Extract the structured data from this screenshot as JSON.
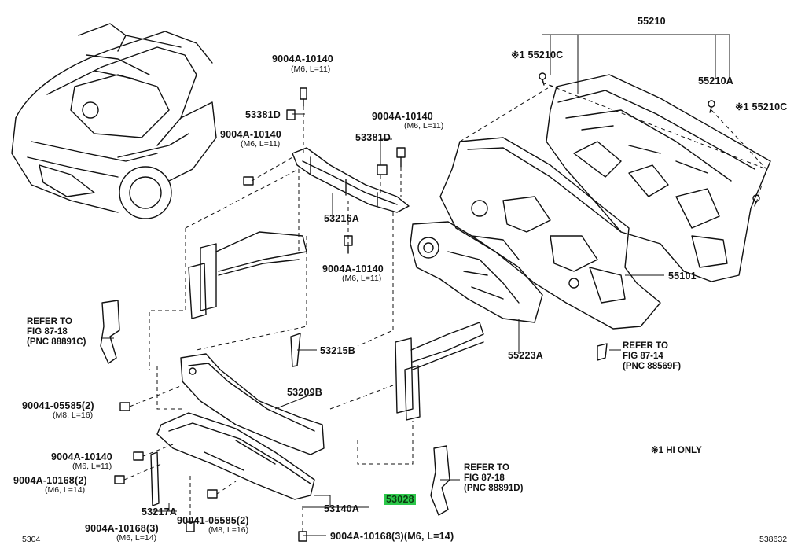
{
  "labels": {
    "p55210": "55210",
    "p55210c_top": "※1 55210C",
    "p55210a": "55210A",
    "p55210c_right": "※1 55210C",
    "p55101": "55101",
    "p55223a": "55223A",
    "ref_88569f_1": "REFER TO",
    "ref_88569f_2": "FIG 87-14",
    "ref_88569f_3": "(PNC 88569F)",
    "hi_only": "※1 HI ONLY",
    "ref_88891d_1": "REFER TO",
    "ref_88891d_2": "FIG 87-18",
    "ref_88891d_3": "(PNC 88891D)",
    "p53028": "53028",
    "p53140a": "53140A",
    "b9004a_10168_3b": "9004A-10168(3)(M6, L=14)",
    "fig_code": "538632",
    "b9004a_10140_top": "9004A-10140",
    "b9004a_10140_top_sub": "(M6, L=11)",
    "p53381d_left": "53381D",
    "b9004a_10140_left": "9004A-10140",
    "b9004a_10140_left_sub": "(M6, L=11)",
    "b9004a_10140_mid": "9004A-10140",
    "b9004a_10140_mid_sub": "(M6, L=11)",
    "p53381d_mid": "53381D",
    "p53216a": "53216A",
    "b9004a_10140_low": "9004A-10140",
    "b9004a_10140_low_sub": "(M6, L=11)",
    "ref_88891c_1": "REFER TO",
    "ref_88891c_2": "FIG 87-18",
    "ref_88891c_3": "(PNC 88891C)",
    "p53215b": "53215B",
    "p53209b": "53209B",
    "b90041_05585_2": "90041-05585(2)",
    "b90041_05585_2_sub": "(M8, L=16)",
    "b9004a_10140_bot": "9004A-10140",
    "b9004a_10140_bot_sub": "(M6, L=11)",
    "b9004a_10168_2": "9004A-10168(2)",
    "b9004a_10168_2_sub": "(M6, L=14)",
    "p53217a": "53217A",
    "b90041_05585_2b": "90041-05585(2)",
    "b90041_05585_2b_sub": "(M8, L=16)",
    "b9004a_10168_3": "9004A-10168(3)",
    "b9004a_10168_3_sub": "(M6, L=14)",
    "page_code": "5304"
  },
  "colors": {
    "line": "#111111",
    "highlight": "#2cc84a"
  }
}
